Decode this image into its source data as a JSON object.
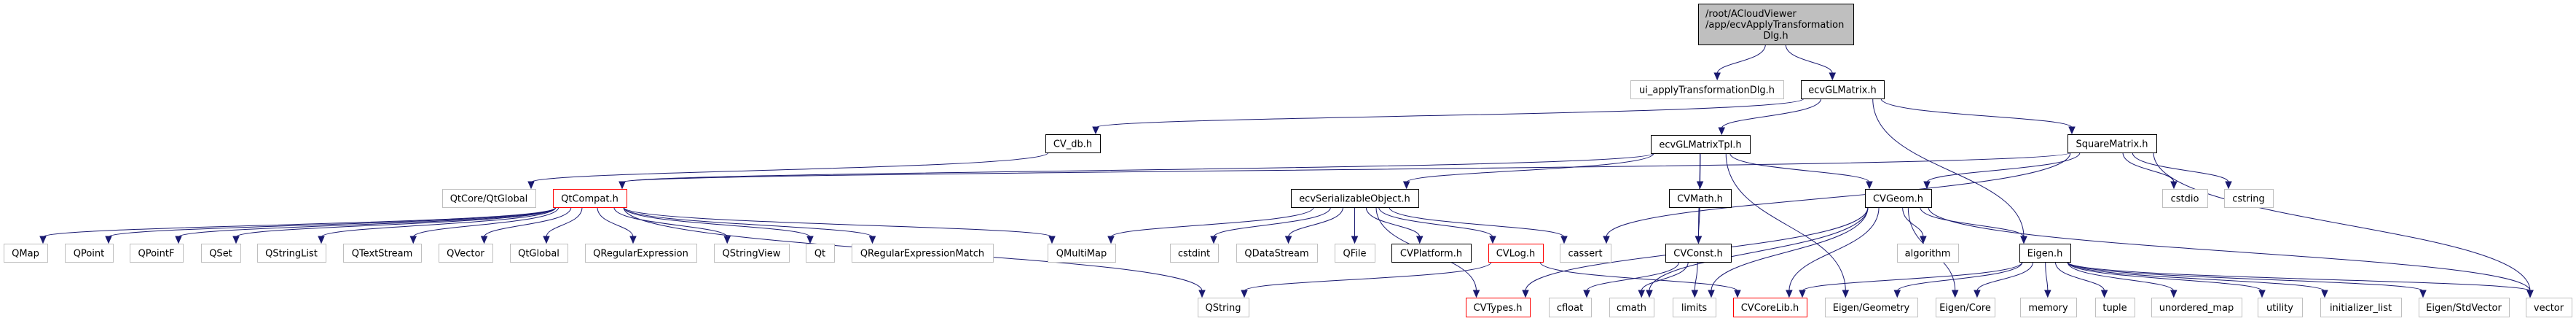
{
  "title": "/root/ACloudViewer/app/ecvApplyTransformationDlg.h",
  "colors": {
    "edge": "#191970",
    "root_fill": "#bfbfbf",
    "normal_border": "#000000",
    "external_border": "#bfbfbf",
    "incomplete_border": "#ff0000"
  },
  "nodes": [
    {
      "id": "root",
      "label": [
        "/root/ACloudViewer",
        "/app/ecvApplyTransformation",
        "Dlg.h"
      ],
      "kind": "root"
    },
    {
      "id": "ui",
      "label": [
        "ui_applyTransformationDlg.h"
      ],
      "kind": "external"
    },
    {
      "id": "glmatrix",
      "label": [
        "ecvGLMatrix.h"
      ],
      "kind": "normal"
    },
    {
      "id": "cvdb",
      "label": [
        "CV_db.h"
      ],
      "kind": "normal"
    },
    {
      "id": "gltpl",
      "label": [
        "ecvGLMatrixTpl.h"
      ],
      "kind": "normal"
    },
    {
      "id": "square",
      "label": [
        "SquareMatrix.h"
      ],
      "kind": "normal"
    },
    {
      "id": "qtcoreglobal",
      "label": [
        "QtCore/QtGlobal"
      ],
      "kind": "external"
    },
    {
      "id": "qtcompat",
      "label": [
        "QtCompat.h"
      ],
      "kind": "incomplete"
    },
    {
      "id": "serial",
      "label": [
        "ecvSerializableObject.h"
      ],
      "kind": "normal"
    },
    {
      "id": "cvmath",
      "label": [
        "CVMath.h"
      ],
      "kind": "normal"
    },
    {
      "id": "cvgeom",
      "label": [
        "CVGeom.h"
      ],
      "kind": "normal"
    },
    {
      "id": "cstdio",
      "label": [
        "cstdio"
      ],
      "kind": "external"
    },
    {
      "id": "cstring",
      "label": [
        "cstring"
      ],
      "kind": "external"
    },
    {
      "id": "qmap",
      "label": [
        "QMap"
      ],
      "kind": "external"
    },
    {
      "id": "qpoint",
      "label": [
        "QPoint"
      ],
      "kind": "external"
    },
    {
      "id": "qpointf",
      "label": [
        "QPointF"
      ],
      "kind": "external"
    },
    {
      "id": "qset",
      "label": [
        "QSet"
      ],
      "kind": "external"
    },
    {
      "id": "qstringlist",
      "label": [
        "QStringList"
      ],
      "kind": "external"
    },
    {
      "id": "qtextstream",
      "label": [
        "QTextStream"
      ],
      "kind": "external"
    },
    {
      "id": "qvector",
      "label": [
        "QVector"
      ],
      "kind": "external"
    },
    {
      "id": "qtglobal",
      "label": [
        "QtGlobal"
      ],
      "kind": "external"
    },
    {
      "id": "qregexp",
      "label": [
        "QRegularExpression"
      ],
      "kind": "external"
    },
    {
      "id": "qstringview",
      "label": [
        "QStringView"
      ],
      "kind": "external"
    },
    {
      "id": "qt",
      "label": [
        "Qt"
      ],
      "kind": "external"
    },
    {
      "id": "qregexpmatch",
      "label": [
        "QRegularExpressionMatch"
      ],
      "kind": "external"
    },
    {
      "id": "qmultimap",
      "label": [
        "QMultiMap"
      ],
      "kind": "external"
    },
    {
      "id": "cstdint",
      "label": [
        "cstdint"
      ],
      "kind": "external"
    },
    {
      "id": "qdatastream",
      "label": [
        "QDataStream"
      ],
      "kind": "external"
    },
    {
      "id": "qfile",
      "label": [
        "QFile"
      ],
      "kind": "external"
    },
    {
      "id": "cvplatform",
      "label": [
        "CVPlatform.h"
      ],
      "kind": "normal"
    },
    {
      "id": "cvlog",
      "label": [
        "CVLog.h"
      ],
      "kind": "incomplete"
    },
    {
      "id": "cassert",
      "label": [
        "cassert"
      ],
      "kind": "external"
    },
    {
      "id": "cvconst",
      "label": [
        "CVConst.h"
      ],
      "kind": "normal"
    },
    {
      "id": "algorithm",
      "label": [
        "algorithm"
      ],
      "kind": "external"
    },
    {
      "id": "eigen",
      "label": [
        "Eigen.h"
      ],
      "kind": "normal"
    },
    {
      "id": "qstring",
      "label": [
        "QString"
      ],
      "kind": "external"
    },
    {
      "id": "cvtypes",
      "label": [
        "CVTypes.h"
      ],
      "kind": "incomplete"
    },
    {
      "id": "cfloat",
      "label": [
        "cfloat"
      ],
      "kind": "external"
    },
    {
      "id": "cmath",
      "label": [
        "cmath"
      ],
      "kind": "external"
    },
    {
      "id": "limits",
      "label": [
        "limits"
      ],
      "kind": "external"
    },
    {
      "id": "cvcorelib",
      "label": [
        "CVCoreLib.h"
      ],
      "kind": "incomplete"
    },
    {
      "id": "eigengeom",
      "label": [
        "Eigen/Geometry"
      ],
      "kind": "external"
    },
    {
      "id": "eigencore",
      "label": [
        "Eigen/Core"
      ],
      "kind": "external"
    },
    {
      "id": "memory",
      "label": [
        "memory"
      ],
      "kind": "external"
    },
    {
      "id": "tuple",
      "label": [
        "tuple"
      ],
      "kind": "external"
    },
    {
      "id": "unorderedmap",
      "label": [
        "unordered_map"
      ],
      "kind": "external"
    },
    {
      "id": "utility",
      "label": [
        "utility"
      ],
      "kind": "external"
    },
    {
      "id": "initlist",
      "label": [
        "initializer_list"
      ],
      "kind": "external"
    },
    {
      "id": "eigenstdvector",
      "label": [
        "Eigen/StdVector"
      ],
      "kind": "external"
    },
    {
      "id": "vector",
      "label": [
        "vector"
      ],
      "kind": "external"
    }
  ],
  "edges": [
    [
      "root",
      "ui"
    ],
    [
      "root",
      "glmatrix"
    ],
    [
      "glmatrix",
      "cvdb"
    ],
    [
      "glmatrix",
      "gltpl"
    ],
    [
      "glmatrix",
      "square"
    ],
    [
      "glmatrix",
      "eigen"
    ],
    [
      "cvdb",
      "qtcoreglobal"
    ],
    [
      "gltpl",
      "qtcompat"
    ],
    [
      "gltpl",
      "serial"
    ],
    [
      "gltpl",
      "cvmath"
    ],
    [
      "gltpl",
      "cvgeom"
    ],
    [
      "gltpl",
      "cvconst"
    ],
    [
      "gltpl",
      "eigengeom"
    ],
    [
      "square",
      "cvgeom"
    ],
    [
      "square",
      "cassert"
    ],
    [
      "square",
      "cstdio"
    ],
    [
      "square",
      "cstring"
    ],
    [
      "square",
      "vector"
    ],
    [
      "square",
      "qtcompat"
    ],
    [
      "qtcompat",
      "qmap"
    ],
    [
      "qtcompat",
      "qpoint"
    ],
    [
      "qtcompat",
      "qpointf"
    ],
    [
      "qtcompat",
      "qset"
    ],
    [
      "qtcompat",
      "qstringlist"
    ],
    [
      "qtcompat",
      "qtextstream"
    ],
    [
      "qtcompat",
      "qvector"
    ],
    [
      "qtcompat",
      "qtglobal"
    ],
    [
      "qtcompat",
      "qregexp"
    ],
    [
      "qtcompat",
      "qstringview"
    ],
    [
      "qtcompat",
      "qt"
    ],
    [
      "qtcompat",
      "qregexpmatch"
    ],
    [
      "qtcompat",
      "qmultimap"
    ],
    [
      "qtcompat",
      "qstring"
    ],
    [
      "serial",
      "qmultimap"
    ],
    [
      "serial",
      "cstdint"
    ],
    [
      "serial",
      "qdatastream"
    ],
    [
      "serial",
      "qfile"
    ],
    [
      "serial",
      "cvplatform"
    ],
    [
      "serial",
      "cvlog"
    ],
    [
      "serial",
      "cassert"
    ],
    [
      "serial",
      "cvtypes"
    ],
    [
      "cvlog",
      "qstring"
    ],
    [
      "cvlog",
      "cvcorelib"
    ],
    [
      "cvmath",
      "cvconst"
    ],
    [
      "cvconst",
      "cfloat"
    ],
    [
      "cvconst",
      "cmath"
    ],
    [
      "cvconst",
      "limits"
    ],
    [
      "cvgeom",
      "cvtypes"
    ],
    [
      "cvgeom",
      "cmath"
    ],
    [
      "cvgeom",
      "limits"
    ],
    [
      "cvgeom",
      "cvcorelib"
    ],
    [
      "cvgeom",
      "algorithm"
    ],
    [
      "cvgeom",
      "eigen"
    ],
    [
      "cvgeom",
      "eigencore"
    ],
    [
      "cvgeom",
      "vector"
    ],
    [
      "eigen",
      "eigengeom"
    ],
    [
      "eigen",
      "eigencore"
    ],
    [
      "eigen",
      "memory"
    ],
    [
      "eigen",
      "tuple"
    ],
    [
      "eigen",
      "unorderedmap"
    ],
    [
      "eigen",
      "utility"
    ],
    [
      "eigen",
      "initlist"
    ],
    [
      "eigen",
      "eigenstdvector"
    ],
    [
      "eigen",
      "vector"
    ],
    [
      "eigen",
      "cvcorelib"
    ]
  ]
}
